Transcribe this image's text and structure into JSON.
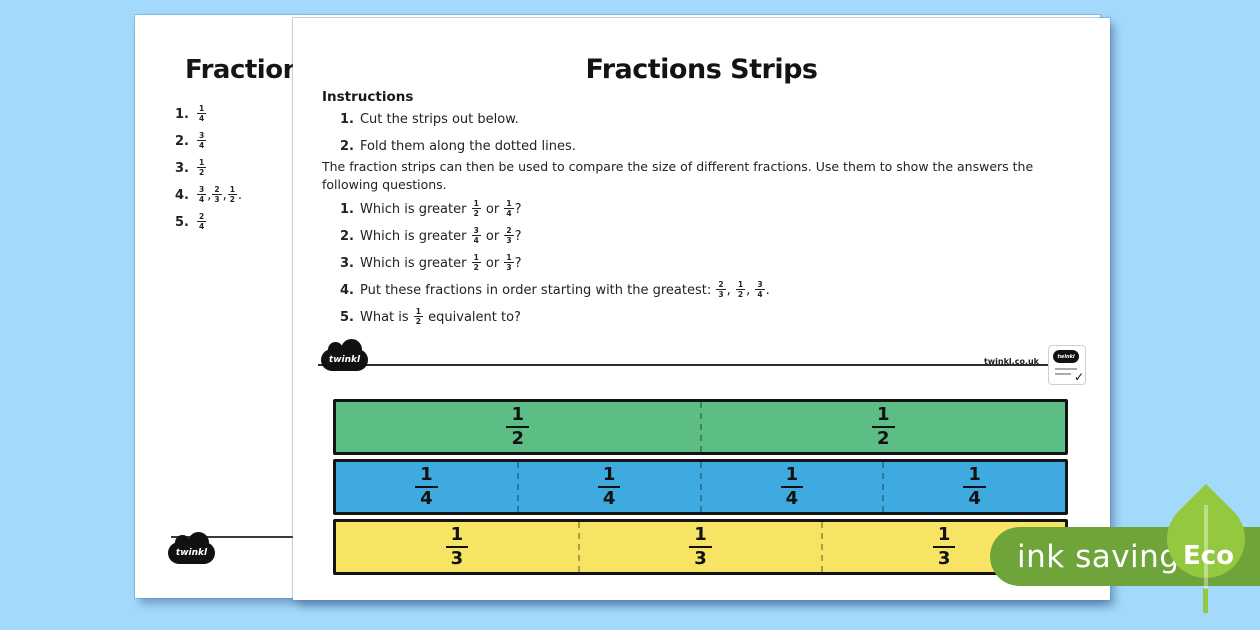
{
  "background_color": "#A3D9FB",
  "back_page": {
    "title": "Fractions Strips",
    "logo_text": "twinkl",
    "answers": [
      {
        "label": "1.",
        "tokens": [
          {
            "f": [
              "1",
              "4"
            ]
          }
        ]
      },
      {
        "label": "2.",
        "tokens": [
          {
            "f": [
              "3",
              "4"
            ]
          }
        ]
      },
      {
        "label": "3.",
        "tokens": [
          {
            "f": [
              "1",
              "2"
            ]
          }
        ]
      },
      {
        "label": "4.",
        "tokens": [
          {
            "f": [
              "3",
              "4"
            ]
          },
          {
            "t": ", "
          },
          {
            "f": [
              "2",
              "3"
            ]
          },
          {
            "t": ", "
          },
          {
            "f": [
              "1",
              "2"
            ]
          },
          {
            "t": "."
          }
        ]
      },
      {
        "label": "5.",
        "tokens": [
          {
            "f": [
              "2",
              "4"
            ]
          }
        ]
      }
    ]
  },
  "front_page": {
    "title": "Fractions Strips",
    "instructions_heading": "Instructions",
    "instructions": [
      {
        "label": "1.",
        "text": "Cut the strips out below."
      },
      {
        "label": "2.",
        "text": "Fold them along the dotted lines."
      }
    ],
    "paragraph": "The fraction strips can then be used to compare the size of different fractions. Use them to show the answers the following questions.",
    "questions": [
      {
        "label": "1.",
        "tokens": [
          {
            "t": "Which is greater "
          },
          {
            "f": [
              "1",
              "2"
            ]
          },
          {
            "t": " or "
          },
          {
            "f": [
              "1",
              "4"
            ]
          },
          {
            "t": "?"
          }
        ]
      },
      {
        "label": "2.",
        "tokens": [
          {
            "t": "Which is greater "
          },
          {
            "f": [
              "3",
              "4"
            ]
          },
          {
            "t": " or "
          },
          {
            "f": [
              "2",
              "3"
            ]
          },
          {
            "t": "?"
          }
        ]
      },
      {
        "label": "3.",
        "tokens": [
          {
            "t": "Which is greater "
          },
          {
            "f": [
              "1",
              "2"
            ]
          },
          {
            "t": " or "
          },
          {
            "f": [
              "1",
              "3"
            ]
          },
          {
            "t": "?"
          }
        ]
      },
      {
        "label": "4.",
        "tokens": [
          {
            "t": "Put these fractions in order starting with the greatest: "
          },
          {
            "f": [
              "2",
              "3"
            ]
          },
          {
            "t": ", "
          },
          {
            "f": [
              "1",
              "2"
            ]
          },
          {
            "t": ", "
          },
          {
            "f": [
              "3",
              "4"
            ]
          },
          {
            "t": "."
          }
        ]
      },
      {
        "label": "5.",
        "tokens": [
          {
            "t": "What is "
          },
          {
            "f": [
              "1",
              "2"
            ]
          },
          {
            "t": " equivalent to?"
          }
        ]
      }
    ],
    "footer": {
      "logo_text": "twinkl",
      "site_text": "twinkl.co.uk",
      "badge_logo_text": "twinkl",
      "badge_tick": "✓"
    },
    "strips": [
      {
        "name": "halves",
        "color": "#5CBE85",
        "segments": [
          [
            "1",
            "2"
          ],
          [
            "1",
            "2"
          ]
        ]
      },
      {
        "name": "quarters",
        "color": "#3FAADF",
        "segments": [
          [
            "1",
            "4"
          ],
          [
            "1",
            "4"
          ],
          [
            "1",
            "4"
          ],
          [
            "1",
            "4"
          ]
        ]
      },
      {
        "name": "thirds",
        "color": "#F8E464",
        "segments": [
          [
            "1",
            "3"
          ],
          [
            "1",
            "3"
          ],
          [
            "1",
            "3"
          ]
        ]
      }
    ]
  },
  "eco_badge": {
    "label": "ink saving",
    "eco_text": "Eco",
    "badge_color": "#6FA43A",
    "leaf_color": "#94C83E"
  }
}
